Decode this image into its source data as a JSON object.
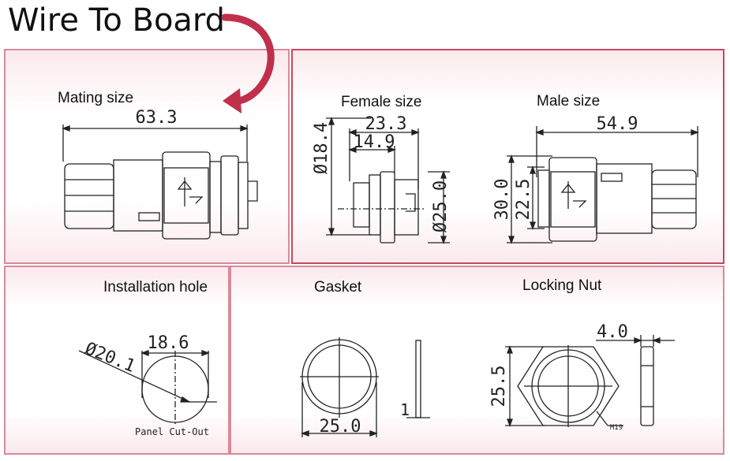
{
  "title": "Wire To Board",
  "sections": {
    "mating": {
      "label": "Mating size",
      "dims": {
        "length": "63.3"
      }
    },
    "female": {
      "label": "Female size",
      "dims": {
        "overall": "23.3",
        "inner": "14.9",
        "diameter_height": "Ø18.4",
        "diameter_flange": "Ø25.0"
      }
    },
    "male": {
      "label": "Male size",
      "dims": {
        "length": "54.9",
        "height_outer": "30.0",
        "height_inner": "22.5"
      }
    },
    "installation": {
      "label": "Installation hole",
      "dims": {
        "diameter": "Ø20.1",
        "width": "18.6"
      },
      "note": "Panel Cut-Out"
    },
    "gasket": {
      "label": "Gasket",
      "dims": {
        "diameter": "25.0",
        "thickness": "1"
      }
    },
    "nut": {
      "label": "Locking Nut",
      "dims": {
        "thickness": "4.0",
        "height": "25.5"
      },
      "thread": "M19"
    }
  },
  "colors": {
    "accent": "#c8485e",
    "border": "#d98a9a",
    "arrow": "#c0304a"
  },
  "icons": [
    "curved-arrow-icon"
  ]
}
